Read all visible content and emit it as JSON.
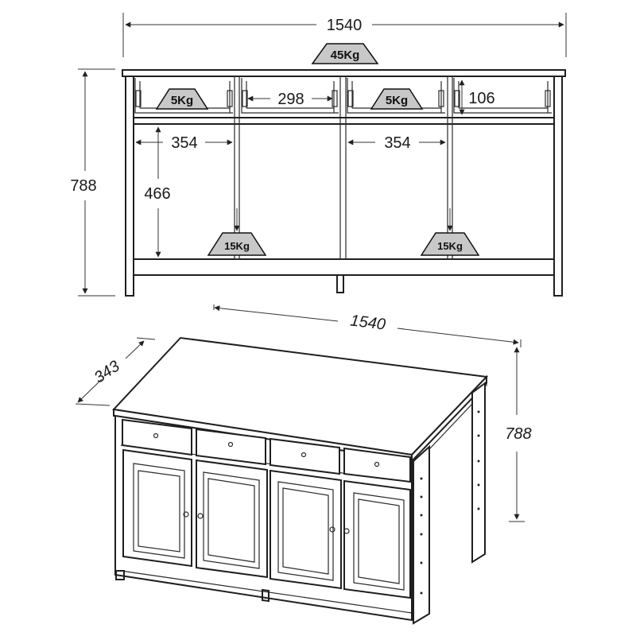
{
  "front_view": {
    "overall_width": "1540",
    "overall_height": "788",
    "top_load": "45Kg",
    "drawer_load_left": "5Kg",
    "drawer_load_right": "5Kg",
    "drawer_width": "298",
    "drawer_height": "106",
    "compartment_width_left": "354",
    "compartment_width_right": "354",
    "compartment_height": "466",
    "shelf_load_left": "15Kg",
    "shelf_load_right": "15Kg"
  },
  "iso_view": {
    "width": "1540",
    "depth": "343",
    "height": "788"
  },
  "colors": {
    "line": "#1f1f1f",
    "badge_fill": "#c8c8c8"
  }
}
